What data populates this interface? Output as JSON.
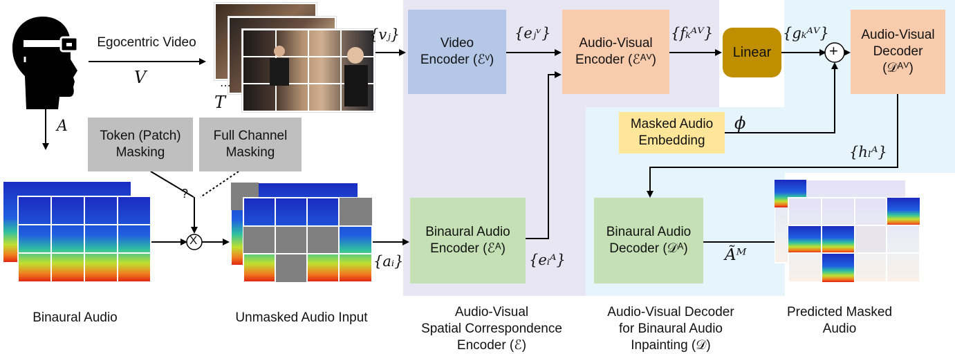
{
  "labels": {
    "egocentric_video": "Egocentric Video",
    "token_masking": "Token (Patch)\nMasking",
    "full_channel_masking": "Full Channel\nMasking",
    "binaural_audio": "Binaural Audio",
    "unmasked_audio_input": "Unmasked Audio Input",
    "encoder_caption": "Audio-Visual\nSpatial Correspondence\nEncoder (ℰ)",
    "decoder_caption": "Audio-Visual Decoder\nfor Binaural Audio\nInpainting (𝒟)",
    "predicted_masked_audio": "Predicted Masked\nAudio",
    "question_mark": "?"
  },
  "boxes": {
    "video_encoder": "Video\nEncoder (ℰᵛ)",
    "av_encoder": "Audio-Visual\nEncoder (ℰᴬⱽ)",
    "linear": "Linear",
    "av_decoder": "Audio-Visual\nDecoder\n(𝒟ᴬⱽ)",
    "masked_audio_embedding": "Masked Audio\nEmbedding",
    "binaural_audio_encoder": "Binaural Audio\nEncoder (ℰᴬ)",
    "binaural_audio_decoder": "Binaural Audio\nDecoder (𝒟ᴬ)"
  },
  "math": {
    "V": "V",
    "A": "A",
    "T": "T",
    "v_j": "{vⱼ}",
    "e_j_V": "{eⱼᵛ}",
    "f_k_AV": "{fₖᴬⱽ}",
    "g_k_AV": "{gₖᴬⱽ}",
    "phi": "ϕ",
    "h_l_A": "{hₗᴬ}",
    "a_i": "{aᵢ}",
    "e_i_A": "{eᵢᴬ}",
    "A_tilde_M": "Ãᴹ",
    "multiply": "X",
    "plus": "+",
    "dots": "⋯"
  },
  "colors": {
    "encoder_region": "#e8e6f3",
    "decoder_region": "#e6f4fb",
    "video_encoder": "#b4c7e7",
    "av_box": "#f8cbad",
    "linear": "#bf8f00",
    "binaural_box": "#c5e0b4",
    "masked_embedding": "#ffe699",
    "masking_box": "#bfbfbf"
  }
}
